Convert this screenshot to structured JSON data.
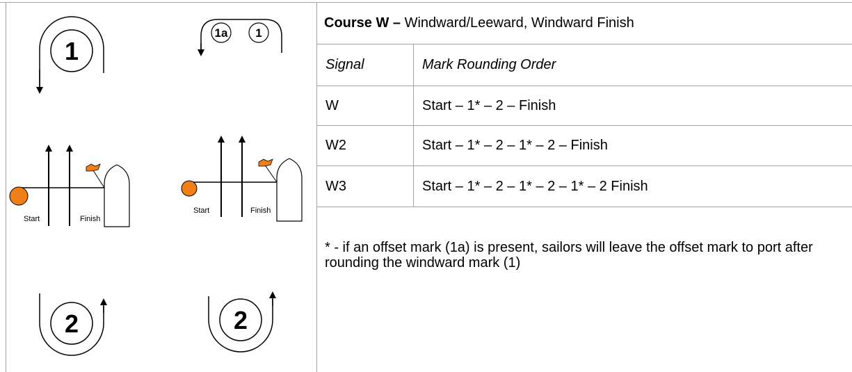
{
  "course": {
    "title_bold": "Course W –",
    "title_rest": " Windward/Leeward, Windward Finish"
  },
  "table": {
    "headers": [
      "Signal",
      "Mark Rounding Order"
    ],
    "rows": [
      {
        "signal": "W",
        "order": "Start – 1* – 2 – Finish"
      },
      {
        "signal": "W2",
        "order": "Start – 1* – 2 – 1* – 2 – Finish"
      },
      {
        "signal": "W3",
        "order": "Start – 1* – 2 – 1* – 2 – 1* – 2 Finish"
      }
    ]
  },
  "footnote": "* - if an offset mark (1a) is present, sailors will leave the offset mark to port after rounding the windward mark (1)",
  "diagrams": {
    "left": {
      "windward_mark": "1",
      "leeward_mark": "2",
      "start_label": "Start",
      "finish_label": "Finish"
    },
    "right": {
      "offset_mark": "1a",
      "windward_mark": "1",
      "leeward_mark": "2",
      "start_label": "Start",
      "finish_label": "Finish"
    }
  },
  "colors": {
    "buoy": "#f07f18",
    "flag": "#f07f18",
    "grid": "#a0a0a0",
    "ink": "#000000"
  }
}
